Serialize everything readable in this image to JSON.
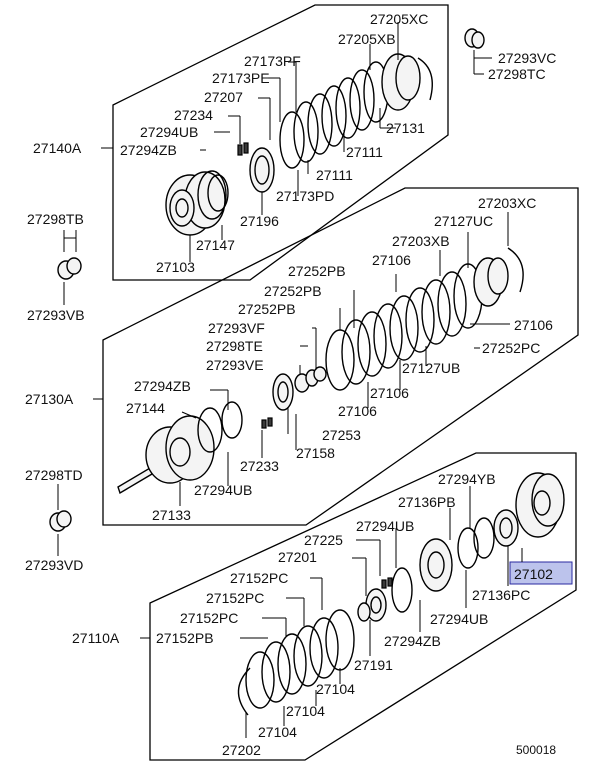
{
  "colors": {
    "highlight": "#bcc3ec",
    "line": "#000000",
    "text": "#111111"
  },
  "groups": {
    "group_27140A": "27140A",
    "group_27130A": "27130A",
    "group_27110A": "27110A"
  },
  "labels": {
    "l27205XC": "27205XC",
    "l27205XB": "27205XB",
    "l27173PF": "27173PF",
    "l27173PE": "27173PE",
    "l27207": "27207",
    "l27234": "27234",
    "l27294UB_a": "27294UB",
    "l27294ZB_a": "27294ZB",
    "l27131": "27131",
    "l27111_a": "27111",
    "l27111_b": "27111",
    "l27173PD": "27173PD",
    "l27196": "27196",
    "l27147": "27147",
    "l27103": "27103",
    "l27293VC": "27293VC",
    "l27298TC": "27298TC",
    "l27298TB": "27298TB",
    "l27293VB": "27293VB",
    "l27203XC": "27203XC",
    "l27127UC": "27127UC",
    "l27203XB": "27203XB",
    "l27252PB_a": "27252PB",
    "l27106_a": "27106",
    "l27252PB_b": "27252PB",
    "l27252PB_c": "27252PB",
    "l27106_b": "27106",
    "l27293VF": "27293VF",
    "l27298TE": "27298TE",
    "l27252PC_a": "27252PC",
    "l27293VE": "27293VE",
    "l27127UB": "27127UB",
    "l27294ZB_b": "27294ZB",
    "l27106_c": "27106",
    "l27106_d": "27106",
    "l27144": "27144",
    "l27253": "27253",
    "l27158": "27158",
    "l27233": "27233",
    "l27294UB_b": "27294UB",
    "l27133": "27133",
    "l27298TD": "27298TD",
    "l27293VD": "27293VD",
    "l27294YB": "27294YB",
    "l27136PB": "27136PB",
    "l27225": "27225",
    "l27294UB_c": "27294UB",
    "l27201": "27201",
    "l27152PC_a": "27152PC",
    "l27152PC_b": "27152PC",
    "l27152PC_c": "27152PC",
    "l27152PB": "27152PB",
    "l27102": "27102",
    "l27136PC": "27136PC",
    "l27294UB_d": "27294UB",
    "l27294ZB_c": "27294ZB",
    "l27191": "27191",
    "l27104_a": "27104",
    "l27104_b": "27104",
    "l27104_c": "27104",
    "l27202": "27202"
  },
  "footer": {
    "code": "500018"
  }
}
